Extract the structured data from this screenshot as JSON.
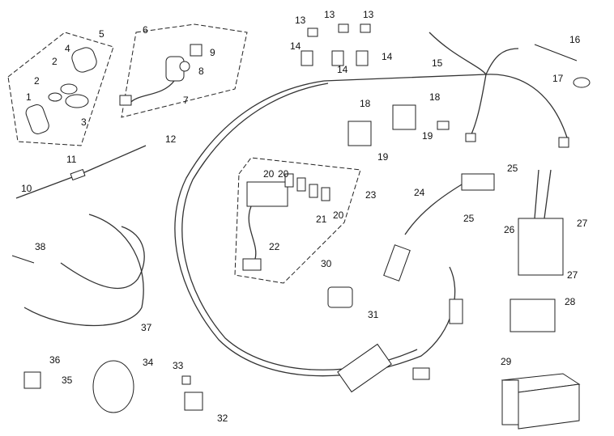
{
  "diagram": {
    "title": "Electrical parts exploded view",
    "callouts": [
      "1",
      "2",
      "2",
      "3",
      "4",
      "5",
      "6",
      "7",
      "8",
      "9",
      "10",
      "11",
      "12",
      "13",
      "13",
      "13",
      "14",
      "14",
      "14",
      "15",
      "16",
      "17",
      "18",
      "18",
      "19",
      "19",
      "20",
      "20",
      "20",
      "21",
      "22",
      "23",
      "24",
      "25",
      "25",
      "26",
      "27",
      "27",
      "28",
      "29",
      "30",
      "31",
      "32",
      "33",
      "34",
      "35",
      "36",
      "37",
      "38"
    ]
  }
}
